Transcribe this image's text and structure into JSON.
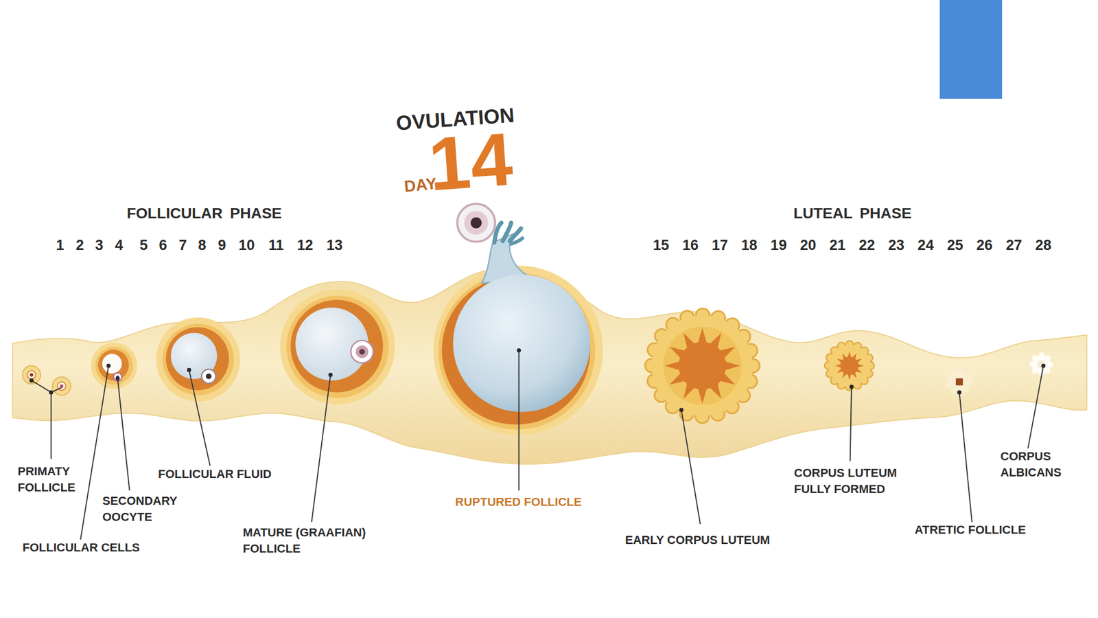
{
  "diagram": {
    "labels": [
      "OVULATION",
      "DAY",
      "14",
      "FOLLICULAR PHASE",
      "LUTEAL PHASE",
      "1",
      "2",
      "3",
      "4",
      "5",
      "6",
      "7",
      "8",
      "9",
      "10",
      "11",
      "12",
      "13",
      "15",
      "16",
      "17",
      "18",
      "19",
      "20",
      "21",
      "22",
      "23",
      "24",
      "25",
      "26",
      "27",
      "28",
      "PRIMATY FOLLICLE",
      "SECONDARY OOCYTE",
      "FOLLICULAR CELLS",
      "FOLLICULAR FLUID",
      "MATURE (GRAAFIAN) FOLLICLE",
      "RUPTURED FOLLICLE",
      "EARLY CORPUS LUTEUM",
      "CORPUS LUTEUM FULLY FORMED",
      "ATRETIC FOLLICLE",
      "CORPUS ALBICANS"
    ]
  }
}
